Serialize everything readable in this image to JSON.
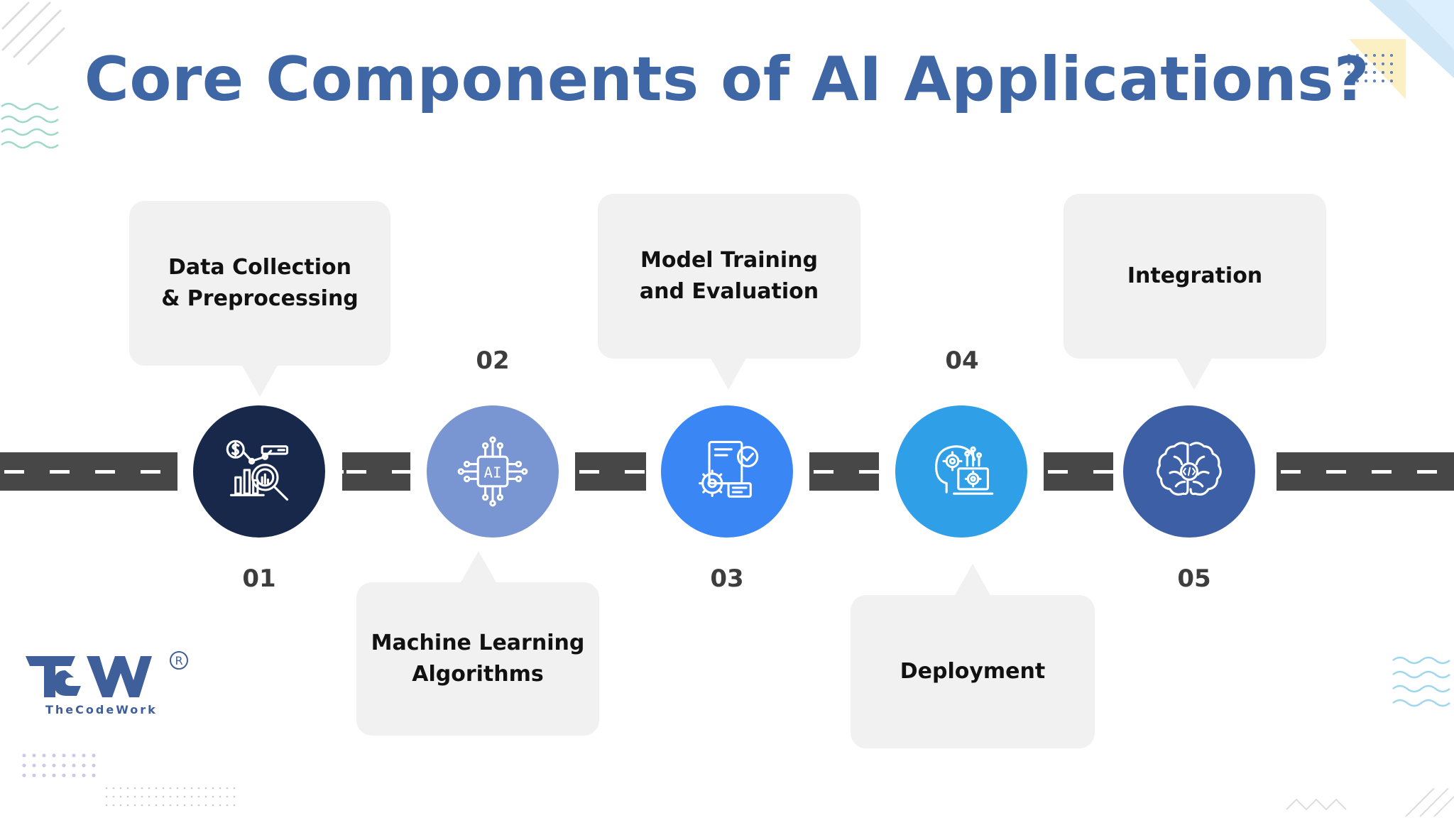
{
  "title": "Core Components of AI Applications?",
  "colors": {
    "title": "#3f67a5",
    "road": "#474747",
    "card": "#f1f1f1",
    "node_01": "#17284a",
    "node_02": "#7996d2",
    "node_03": "#3a86f5",
    "node_04": "#2f9fe8",
    "node_05": "#3d5fa6"
  },
  "steps": [
    {
      "number": "01",
      "label": "Data Collection\n& Preprocessing",
      "icon": "data-analytics-icon"
    },
    {
      "number": "02",
      "label": "Machine Learning\nAlgorithms",
      "icon": "ai-chip-icon"
    },
    {
      "number": "03",
      "label": "Model Training\nand Evaluation",
      "icon": "gear-document-check-icon"
    },
    {
      "number": "04",
      "label": "Deployment",
      "icon": "head-gears-laptop-icon"
    },
    {
      "number": "05",
      "label": "Integration",
      "icon": "brain-code-icon"
    }
  ],
  "logo": {
    "mark": "TCW",
    "wordmark": "TheCodeWork",
    "registered": "R"
  }
}
